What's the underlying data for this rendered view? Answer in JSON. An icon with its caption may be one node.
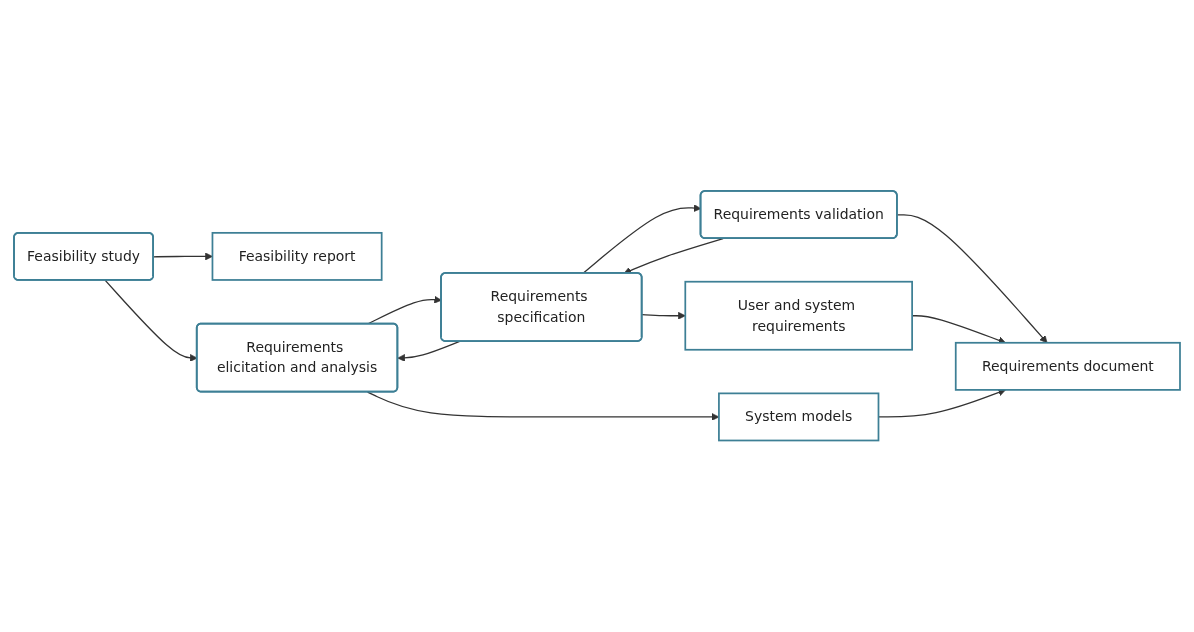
{
  "diagram": {
    "nodes": [
      {
        "text": [
          "Feasibility study"
        ]
      },
      {
        "text": [
          "Feasibility report"
        ]
      },
      {
        "text": [
          "Requirements elicitation and analysis"
        ]
      },
      {
        "text": [
          "Requirements specification"
        ]
      },
      {
        "text": [
          "Requirements validation"
        ]
      },
      {
        "text": [
          "System models"
        ]
      },
      {
        "text": [
          "User and system requirements"
        ]
      },
      {
        "text": [
          "Requirements document"
        ]
      }
    ],
    "edges": [
      {
        "from": 0,
        "to": 2,
        "arrow": "to"
      },
      {
        "from": 0,
        "to": 1,
        "arrow": "to"
      },
      {
        "from": 2,
        "to": 3,
        "arrow": "to"
      },
      {
        "from": 3,
        "to": 2,
        "arrow": "to"
      },
      {
        "from": 2,
        "to": 5,
        "arrow": "to"
      },
      {
        "from": 3,
        "to": 4,
        "arrow": "to"
      },
      {
        "from": 4,
        "to": 3,
        "arrow": "to"
      },
      {
        "from": 3,
        "to": 6,
        "arrow": "to"
      },
      {
        "from": 4,
        "to": 7,
        "arrow": "to"
      },
      {
        "from": 6,
        "to": 7,
        "arrow": "to"
      },
      {
        "from": 5,
        "to": 7,
        "arrow": "to"
      }
    ]
  }
}
